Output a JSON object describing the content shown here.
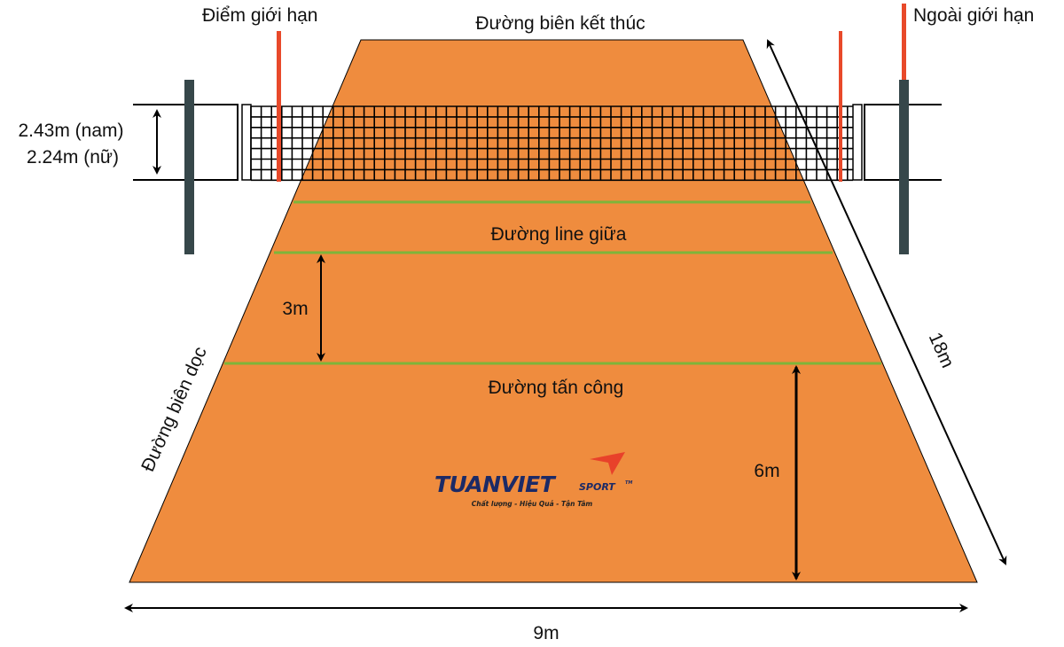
{
  "labels": {
    "limit_point": "Điểm giới hạn",
    "end_line": "Đường biên kết thúc",
    "out_of_bounds": "Ngoài giới hạn",
    "net_height_men": "2.43m (nam)",
    "net_height_women": "2.24m (nữ)",
    "center_line": "Đường line giữa",
    "attack_line": "Đường tấn công",
    "side_line": "Đường biên dọc",
    "dim_3m": "3m",
    "dim_6m": "6m",
    "dim_9m": "9m",
    "dim_18m": "18m"
  },
  "logo": {
    "brand": "TUANVIET",
    "sub": "SPORT",
    "tm": "TM",
    "slogan": "Chất lượng - Hiệu Quả - Tận Tâm"
  },
  "colors": {
    "court": "#ef8c3e",
    "line": "#7db53a",
    "pole": "#36474a",
    "antenna": "#e8492a",
    "logo_blue": "#1c2a66",
    "logo_red": "#e8412a"
  }
}
